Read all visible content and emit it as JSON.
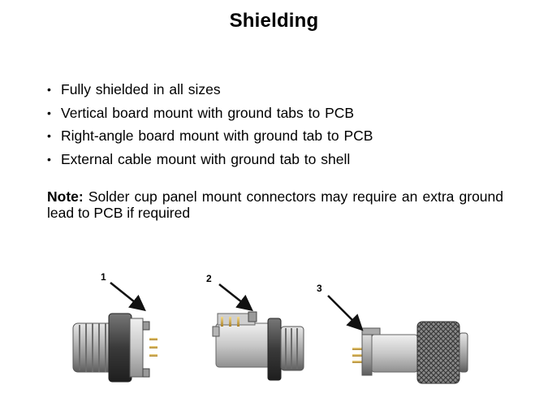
{
  "title": "Shielding",
  "bullets": [
    "Fully shielded in all sizes",
    "Vertical board mount with ground tabs to PCB",
    "Right-angle board mount with ground tab to PCB",
    "External cable mount with ground tab to shell"
  ],
  "note": {
    "label": "Note:",
    "text": "Solder cup panel mount connectors may require an extra ground lead to PCB if required"
  },
  "figures": [
    {
      "number": "1"
    },
    {
      "number": "2"
    },
    {
      "number": "3"
    }
  ]
}
